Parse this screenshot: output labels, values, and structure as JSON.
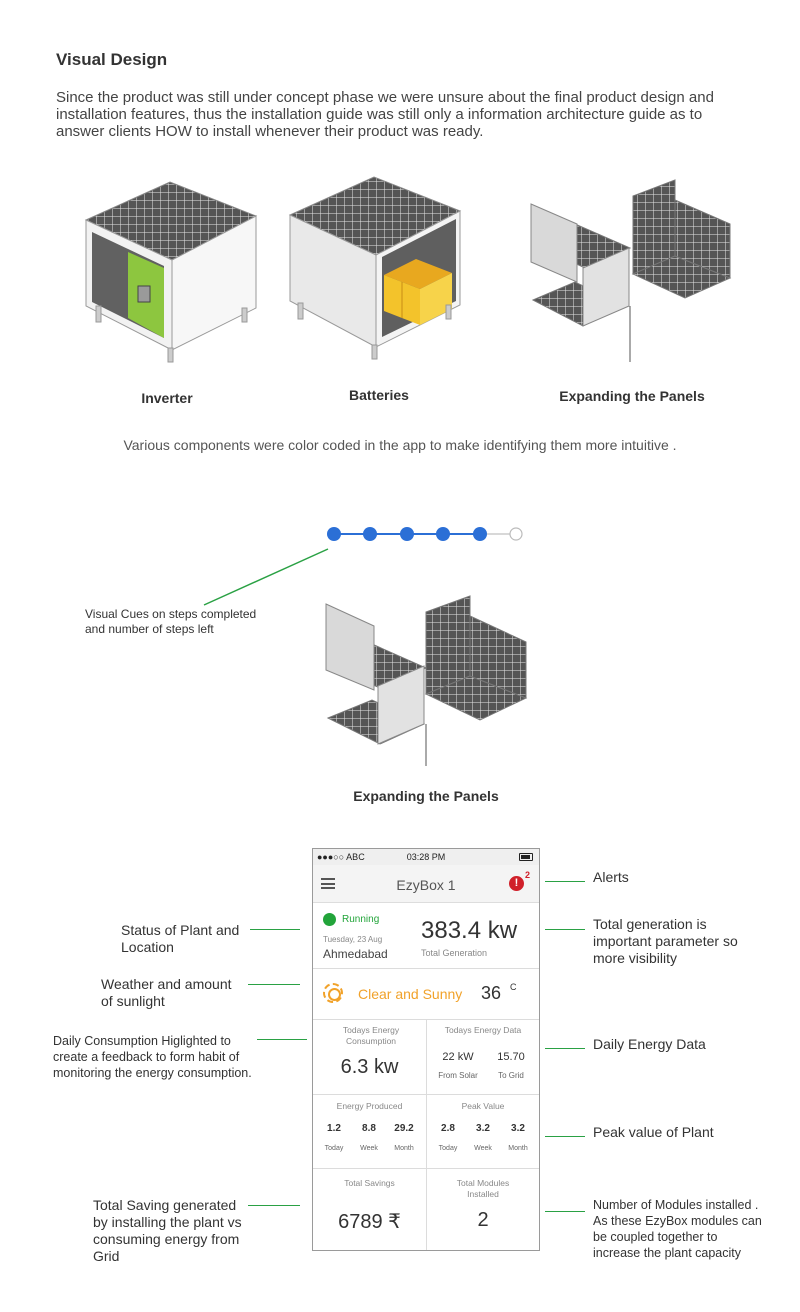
{
  "heading": "Visual Design",
  "intro": "Since the product was still under concept phase we were unsure about the final product design and installation features, thus the installation guide was still only a information architecture guide as to answer clients HOW to install whenever their product was ready.",
  "illustrations": {
    "inverter_label": "Inverter",
    "batteries_label": "Batteries",
    "expanding_label": "Expanding the Panels"
  },
  "caption_components": "Various components were color coded in the app to make identifying them more intuitive .",
  "steps": {
    "completed": 5,
    "total": 6,
    "accent": "#2b6fd6"
  },
  "cue_text": "Visual Cues on steps completed and number of steps left",
  "expanding_label_2": "Expanding the Panels",
  "colors": {
    "connector": "#2aa144",
    "running": "#22a43a",
    "alert": "#d0202a",
    "weather": "#f1a22a",
    "inverter": "#8dc63f",
    "battery": "#f3c32b"
  },
  "phone": {
    "status_carrier": "●●●○○ ABC",
    "status_time": "03:28 PM",
    "app_title": "EzyBox 1",
    "alert_count": "2",
    "running": "Running",
    "date": "Tuesday, 23 Aug",
    "location": "Ahmedabad",
    "total_generation": "383.4 kw",
    "total_generation_label": "Total Generation",
    "weather": "Clear and Sunny",
    "temperature": "36",
    "temperature_unit": "C",
    "todays_consumption_title": "Todays Energy Consumption",
    "todays_consumption": "6.3 kw",
    "todays_data_title": "Todays Energy Data",
    "from_solar": "22 kW",
    "from_solar_label": "From Solar",
    "to_grid": "15.70",
    "to_grid_label": "To Grid",
    "energy_produced_title": "Energy Produced",
    "energy_produced": [
      {
        "value": "1.2",
        "label": "Today"
      },
      {
        "value": "8.8",
        "label": "Week"
      },
      {
        "value": "29.2",
        "label": "Month"
      }
    ],
    "peak_value_title": "Peak Value",
    "peak_value": [
      {
        "value": "2.8",
        "label": "Today"
      },
      {
        "value": "3.2",
        "label": "Week"
      },
      {
        "value": "3.2",
        "label": "Month"
      }
    ],
    "total_savings_title": "Total Savings",
    "total_savings": "6789 ₹",
    "total_modules_title": "Total Modules Installed",
    "total_modules": "2"
  },
  "notes": {
    "alerts": "Alerts",
    "total_generation": "Total generation is important parameter so more visibility",
    "status": "Status of Plant and Location",
    "weather": "Weather and amount of sunlight",
    "consumption": "Daily Consumption Higlighted to create a feedback to form habit of monitoring the energy consumption.",
    "daily_energy": "Daily Energy Data",
    "peak": "Peak value of Plant",
    "savings": "Total Saving generated by installing the plant vs consuming energy from Grid",
    "modules": "Number of Modules installed . As these EzyBox modules can be coupled together to increase the plant capacity"
  }
}
